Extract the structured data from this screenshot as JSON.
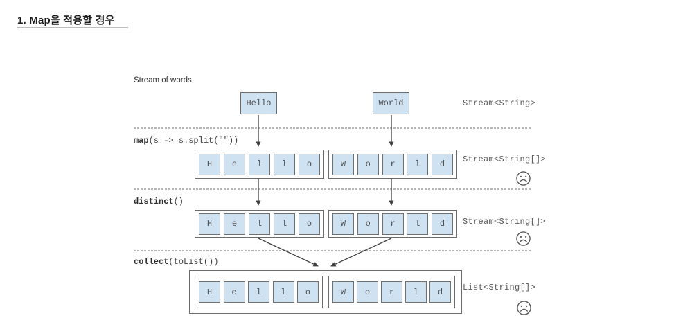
{
  "page": {
    "title": "1. Map을 적용할 경우"
  },
  "diagram": {
    "source_label": "Stream of words",
    "words": [
      "Hello",
      "World"
    ],
    "letters": {
      "hello": [
        "H",
        "e",
        "l",
        "l",
        "o"
      ],
      "world": [
        "W",
        "o",
        "r",
        "l",
        "d"
      ]
    },
    "operations": [
      {
        "name": "map",
        "args": "(s -> s.split(\"\"))"
      },
      {
        "name": "distinct",
        "args": "()"
      },
      {
        "name": "collect",
        "args": "(toList())"
      }
    ],
    "type_labels": [
      "Stream<String>",
      "Stream<String[]>",
      "Stream<String[]>",
      "List<String[]>"
    ],
    "icons": {
      "sad_face": "frowning-face"
    },
    "colors": {
      "cell_fill": "#cfe2f2",
      "box_border": "#6b6b6b",
      "mono_text": "#4f4f4f",
      "dashed_line": "#8a8a8a",
      "arrow": "#3f3f3f",
      "title_underline": "#bdbdbd"
    }
  }
}
